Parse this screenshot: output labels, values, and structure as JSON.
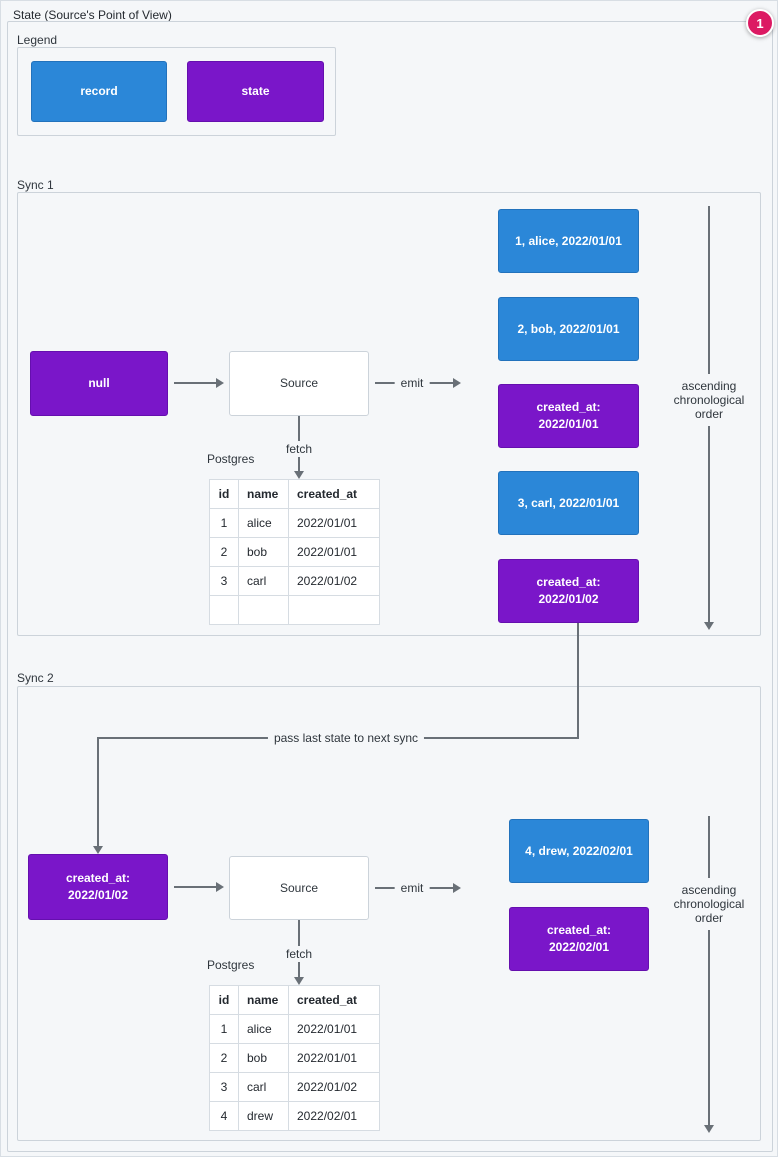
{
  "page": {
    "title": "State (Source's Point of View)",
    "badge": "1",
    "colors": {
      "record": "#2b87d8",
      "state": "#7a16c9",
      "badge": "#dc1a63"
    }
  },
  "legend": {
    "label": "Legend",
    "items": [
      {
        "label": "record"
      },
      {
        "label": "state"
      }
    ]
  },
  "sync1": {
    "label": "Sync 1",
    "input_state": "null",
    "source_label": "Source",
    "emit_label": "emit",
    "fetch_label": "fetch",
    "db_label": "Postgres",
    "order_label": "ascending chronological order",
    "emitted": [
      {
        "type": "record",
        "text": "1, alice, 2022/01/01"
      },
      {
        "type": "record",
        "text": "2, bob, 2022/01/01"
      },
      {
        "type": "state",
        "text": "created_at: 2022/01/01"
      },
      {
        "type": "record",
        "text": "3, carl, 2022/01/01"
      },
      {
        "type": "state",
        "text": "created_at: 2022/01/02"
      }
    ],
    "table": {
      "headers": [
        "id",
        "name",
        "created_at"
      ],
      "rows": [
        [
          "1",
          "alice",
          "2022/01/01"
        ],
        [
          "2",
          "bob",
          "2022/01/01"
        ],
        [
          "3",
          "carl",
          "2022/01/02"
        ],
        [
          "",
          "",
          ""
        ]
      ]
    }
  },
  "handoff": {
    "label": "pass last state to next sync"
  },
  "sync2": {
    "label": "Sync 2",
    "input_state": "created_at: 2022/01/02",
    "source_label": "Source",
    "emit_label": "emit",
    "fetch_label": "fetch",
    "db_label": "Postgres",
    "order_label": "ascending chronological order",
    "emitted": [
      {
        "type": "record",
        "text": "4, drew, 2022/02/01"
      },
      {
        "type": "state",
        "text": "created_at: 2022/02/01"
      }
    ],
    "table": {
      "headers": [
        "id",
        "name",
        "created_at"
      ],
      "rows": [
        [
          "1",
          "alice",
          "2022/01/01"
        ],
        [
          "2",
          "bob",
          "2022/01/01"
        ],
        [
          "3",
          "carl",
          "2022/01/02"
        ],
        [
          "4",
          "drew",
          "2022/02/01"
        ]
      ]
    }
  }
}
